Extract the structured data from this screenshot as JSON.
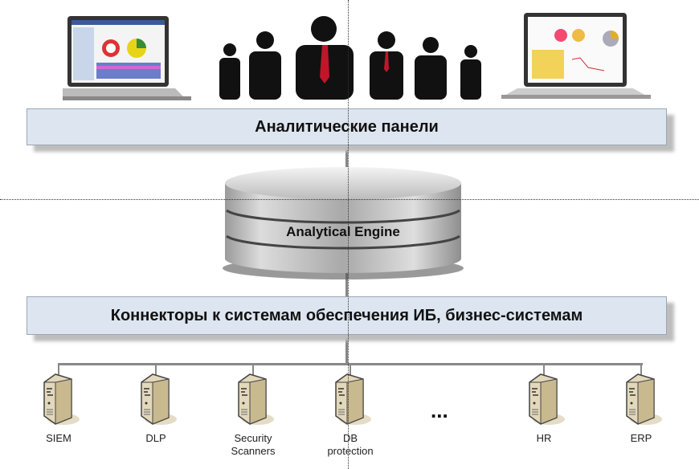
{
  "top_panel": {
    "label": "Аналитические панели"
  },
  "engine": {
    "label": "Analytical Engine"
  },
  "connectors_panel": {
    "label": "Коннекторы к системам обеспечения ИБ, бизнес-системам"
  },
  "systems": [
    {
      "line1": "SIEM",
      "line2": ""
    },
    {
      "line1": "DLP",
      "line2": ""
    },
    {
      "line1": "Security",
      "line2": "Scanners"
    },
    {
      "line1": "DB",
      "line2": "protection"
    },
    {
      "line1": "HR",
      "line2": ""
    },
    {
      "line1": "ERP",
      "line2": ""
    }
  ],
  "ellipsis": "...",
  "colors": {
    "panel": "#dde6f0",
    "line": "#888888",
    "server": "#d9ccaa"
  }
}
